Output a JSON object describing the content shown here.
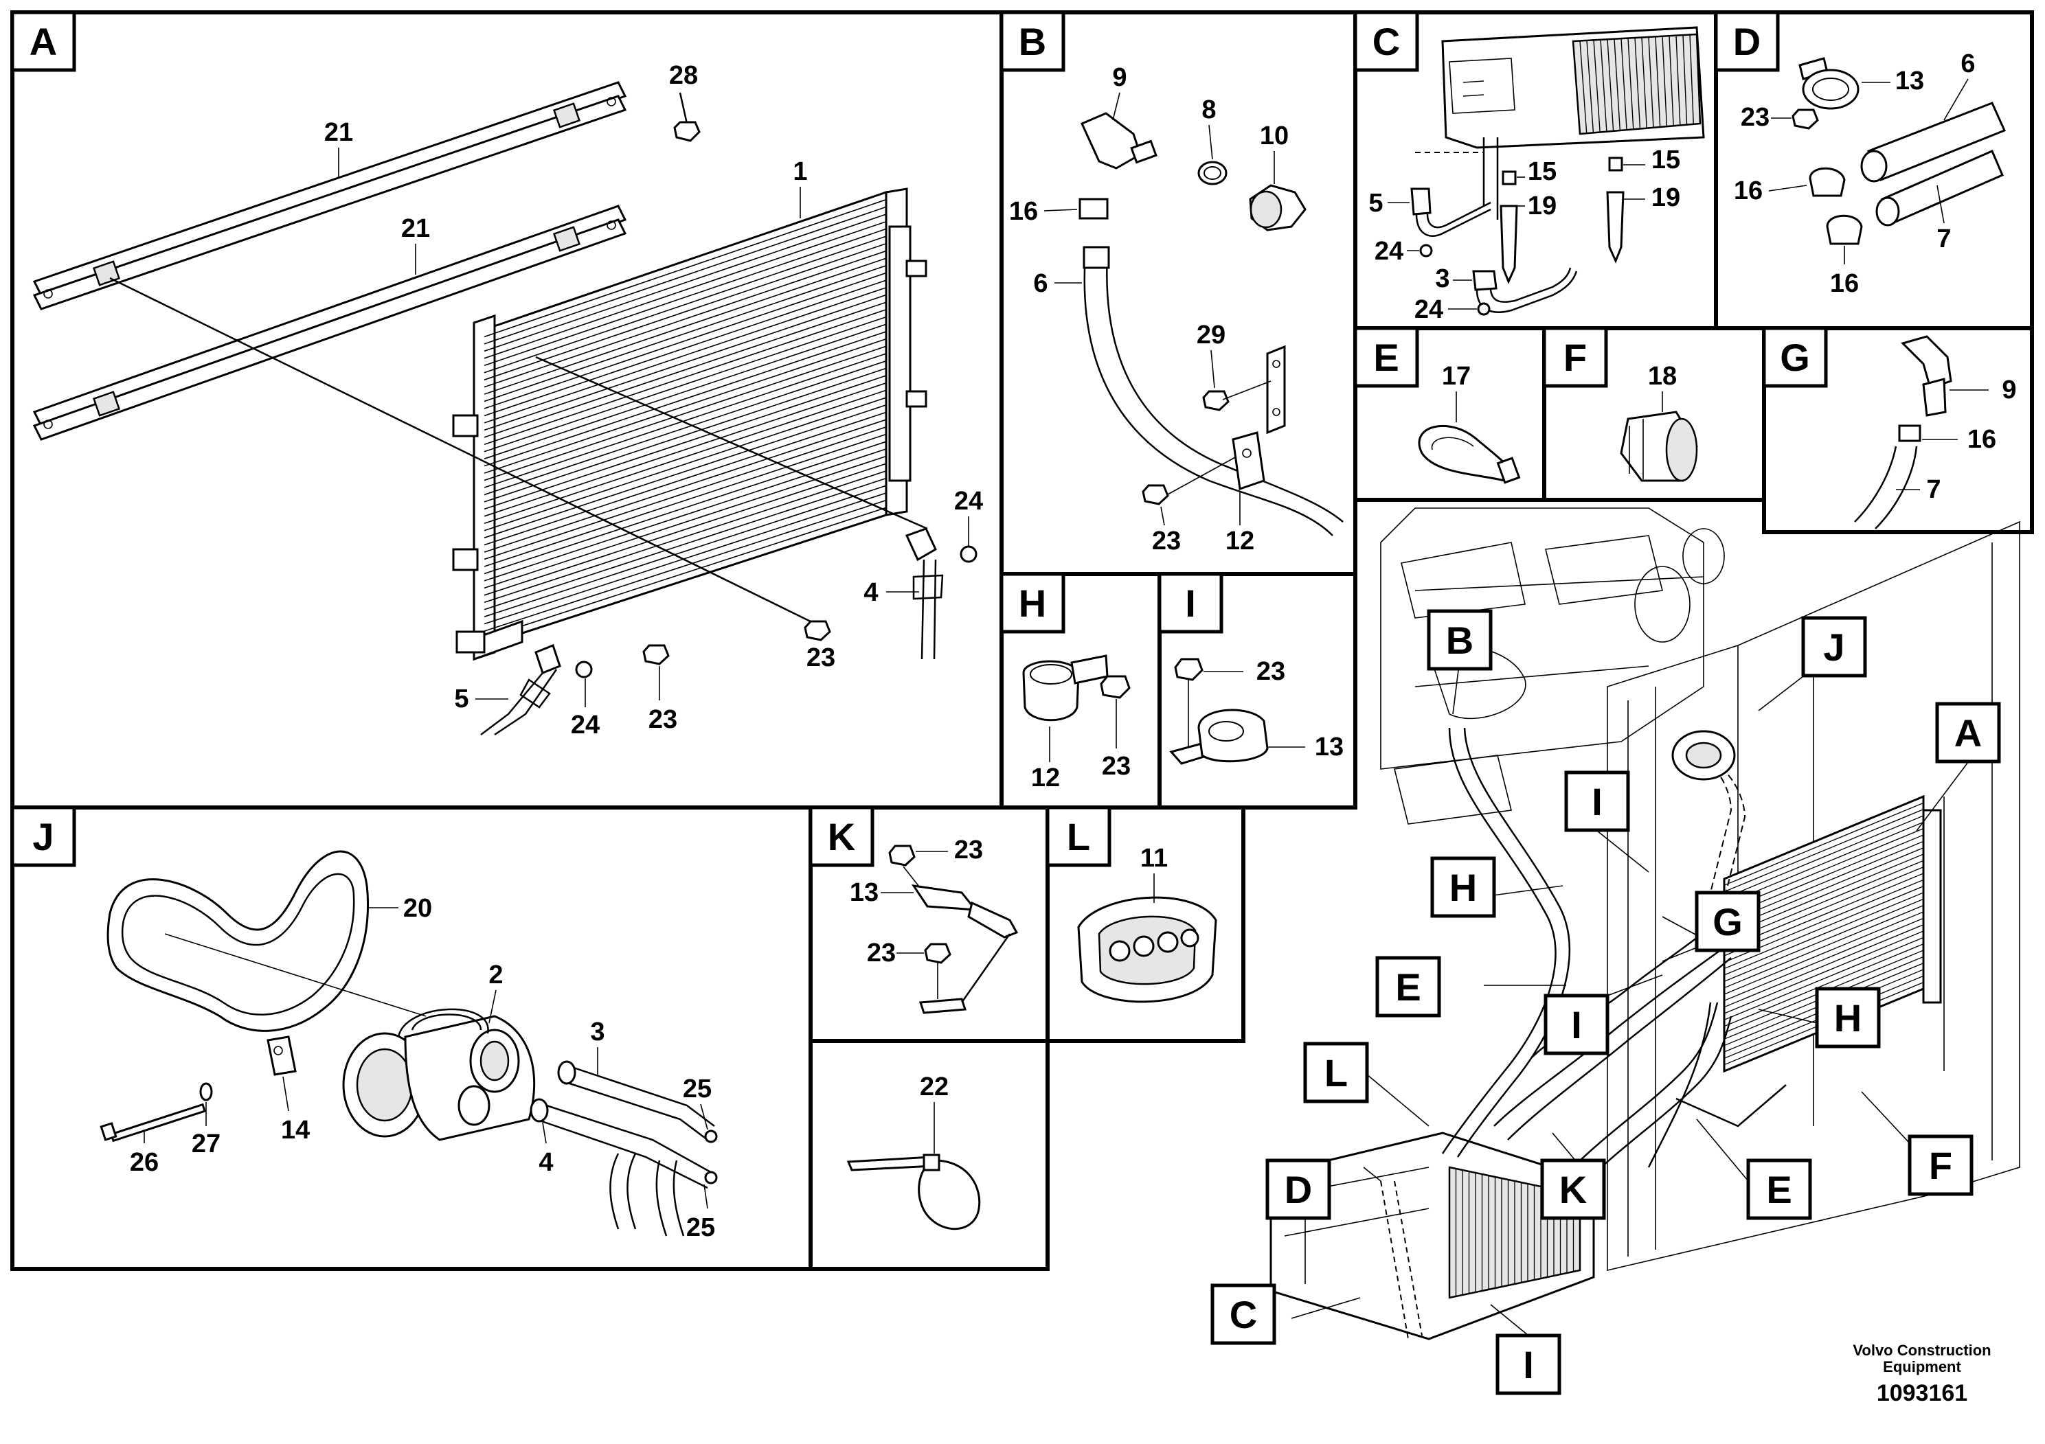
{
  "panels": {
    "A": {
      "tag": "A",
      "callouts": {
        "c28": "28",
        "c21a": "21",
        "c21b": "21",
        "c1": "1",
        "c24a": "24",
        "c4": "4",
        "c23a": "23",
        "c23b": "23",
        "c5": "5",
        "c24b": "24"
      }
    },
    "B": {
      "tag": "B",
      "callouts": {
        "c9": "9",
        "c8": "8",
        "c10": "10",
        "c16": "16",
        "c6": "6",
        "c29": "29",
        "c23": "23",
        "c12": "12"
      }
    },
    "C": {
      "tag": "C",
      "callouts": {
        "c15a": "15",
        "c15b": "15",
        "c5": "5",
        "c19a": "19",
        "c19b": "19",
        "c24a": "24",
        "c3": "3",
        "c24b": "24"
      }
    },
    "D": {
      "tag": "D",
      "callouts": {
        "c13": "13",
        "c6": "6",
        "c23": "23",
        "c16a": "16",
        "c7": "7",
        "c16b": "16"
      }
    },
    "E": {
      "tag": "E",
      "callouts": {
        "c17": "17"
      }
    },
    "F": {
      "tag": "F",
      "callouts": {
        "c18": "18"
      }
    },
    "G": {
      "tag": "G",
      "callouts": {
        "c9": "9",
        "c16": "16",
        "c7": "7"
      }
    },
    "H": {
      "tag": "H",
      "callouts": {
        "c12": "12",
        "c23": "23"
      }
    },
    "I": {
      "tag": "I",
      "callouts": {
        "c23": "23",
        "c13": "13"
      }
    },
    "J": {
      "tag": "J",
      "callouts": {
        "c20": "20",
        "c2": "2",
        "c3": "3",
        "c25a": "25",
        "c14": "14",
        "c27": "27",
        "c26": "26",
        "c4": "4",
        "c25b": "25"
      }
    },
    "K": {
      "tag": "K",
      "callouts": {
        "c23a": "23",
        "c13": "13",
        "c23b": "23"
      }
    },
    "L": {
      "tag": "L",
      "callouts": {
        "c11": "11"
      }
    },
    "M": {
      "tag": "",
      "callouts": {
        "c22": "22"
      }
    }
  },
  "overview_tags": {
    "B": "B",
    "J": "J",
    "A": "A",
    "I1": "I",
    "H1": "H",
    "G": "G",
    "E1": "E",
    "I2": "I",
    "H2": "H",
    "L": "L",
    "K": "K",
    "E2": "E",
    "F": "F",
    "D": "D",
    "C": "C",
    "I3": "I"
  },
  "footer": {
    "company": "Volvo Construction Equipment",
    "doc_number": "1093161"
  }
}
